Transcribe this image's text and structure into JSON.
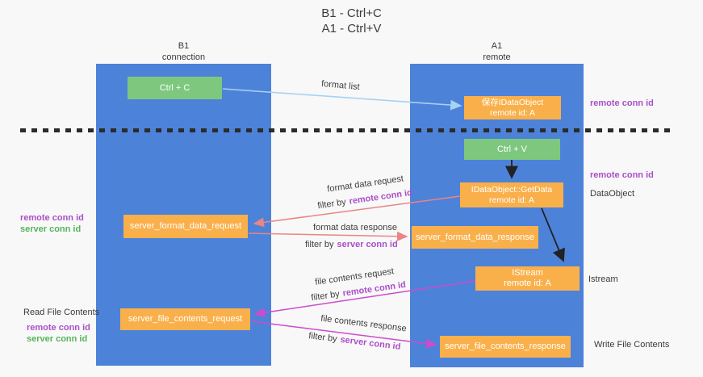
{
  "title": {
    "line1": "B1 - Ctrl+C",
    "line2": "A1 - Ctrl+V"
  },
  "columns": {
    "left": {
      "header_line1": "B1",
      "header_line2": "connection"
    },
    "right": {
      "header_line1": "A1",
      "header_line2": "remote"
    }
  },
  "nodes": {
    "ctrl_c": "Ctrl + C",
    "ctrl_v": "Ctrl + V",
    "save_idataobject": {
      "line1": "保存IDataObject",
      "line2": "remote id: A"
    },
    "idataobject_getdata": {
      "line1": "IDataObject::GetData",
      "line2": "remote id: A"
    },
    "istream": {
      "line1": "IStream",
      "line2": "remote id: A"
    },
    "server_format_data_request": "server_format_data_request",
    "server_format_data_response": "server_format_data_response",
    "server_file_contents_request": "server_file_contents_request",
    "server_file_contents_response": "server_file_contents_response"
  },
  "flow_labels": {
    "format_list": "format list",
    "format_data_request": "format data request",
    "format_data_response": "format data response",
    "file_contents_request": "file contents request",
    "file_contents_response": "file contents response",
    "filter_by": "filter by",
    "remote_conn_id": "remote conn id",
    "server_conn_id": "server conn id"
  },
  "side_labels": {
    "right_remote_conn_id_top": "remote conn id",
    "right_remote_conn_id_mid": "remote conn id",
    "dataobject": "DataObject",
    "istream": "Istream",
    "write_file_contents": "Write File Contents",
    "left_remote_conn_id_top": "remote conn id",
    "left_server_conn_id_top": "server conn id",
    "read_file_contents": "Read File Contents",
    "left_remote_conn_id_bottom": "remote conn id",
    "left_server_conn_id_bottom": "server conn id"
  },
  "colors": {
    "background": "#f8f8f8",
    "column_blue": "#4d82d9",
    "green_box": "#7dc87e",
    "orange_box": "#f9b04b",
    "purple_label": "#aa4fc8",
    "green_label": "#56b45c",
    "light_blue_arrow": "#a6d2f2",
    "salmon_arrow": "#e98585",
    "magenta_arrow": "#cc4ccc",
    "black_arrow": "#222222"
  }
}
